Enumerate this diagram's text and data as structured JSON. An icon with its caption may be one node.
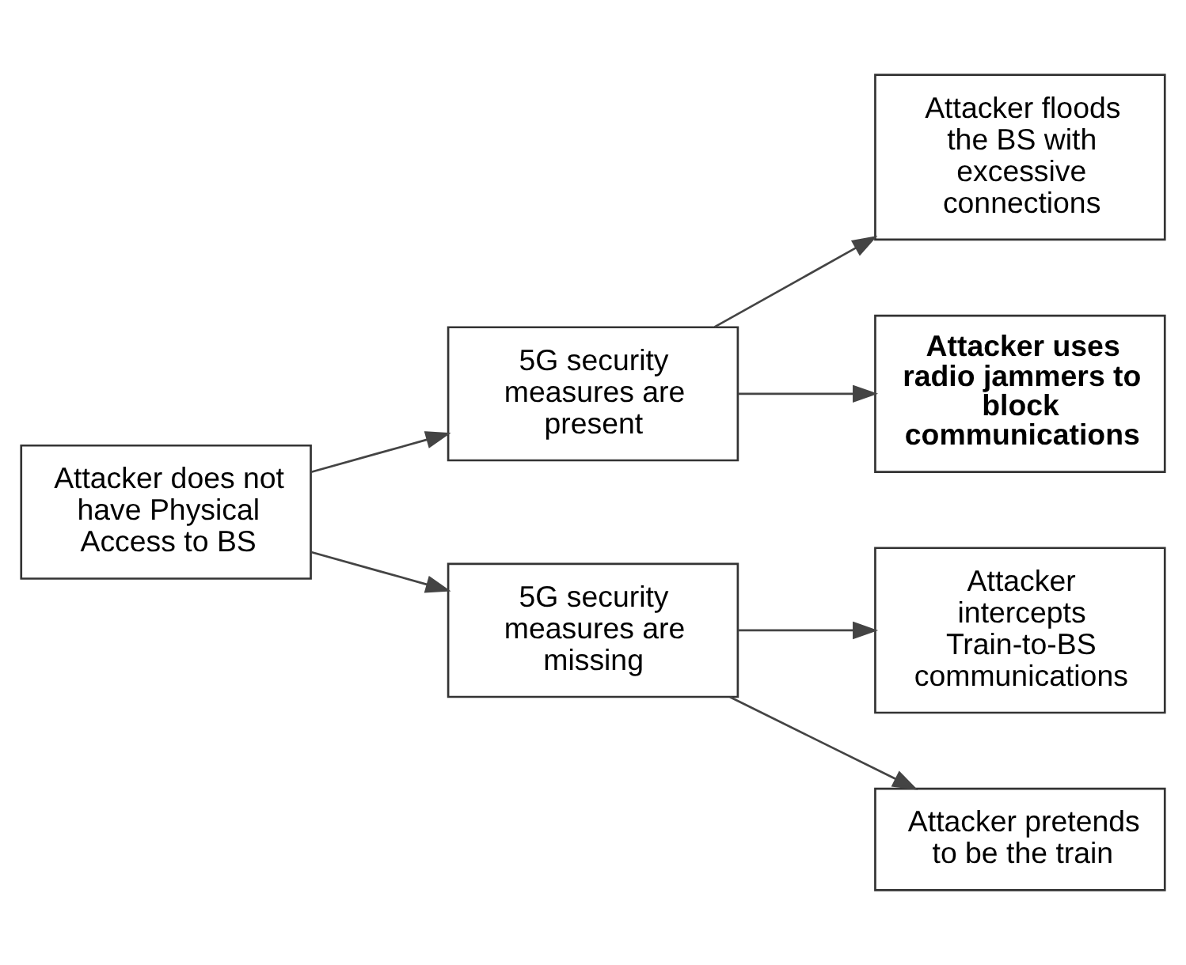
{
  "diagram": {
    "nodes": [
      {
        "text": [
          "Attacker does not have Physical Access to BS"
        ]
      },
      {
        "text": [
          "5G security measures are present"
        ]
      },
      {
        "text": [
          "5G security measures are missing"
        ]
      },
      {
        "text": [
          "Attacker floods the BS with excessive connections"
        ]
      },
      {
        "text": [
          "Attacker uses radio jammers to block communications"
        ]
      },
      {
        "text": [
          "Attacker intercepts Train-to-BS communications"
        ]
      },
      {
        "text": [
          "Attacker pretends to be the train"
        ]
      }
    ],
    "edges": [
      {
        "from": 0,
        "to": 1,
        "arrow": "to"
      },
      {
        "from": 0,
        "to": 2,
        "arrow": "to"
      },
      {
        "from": 1,
        "to": 3,
        "arrow": "to"
      },
      {
        "from": 1,
        "to": 4,
        "arrow": "to"
      },
      {
        "from": 2,
        "to": 5,
        "arrow": "to"
      },
      {
        "from": 2,
        "to": 6,
        "arrow": "to"
      }
    ]
  }
}
